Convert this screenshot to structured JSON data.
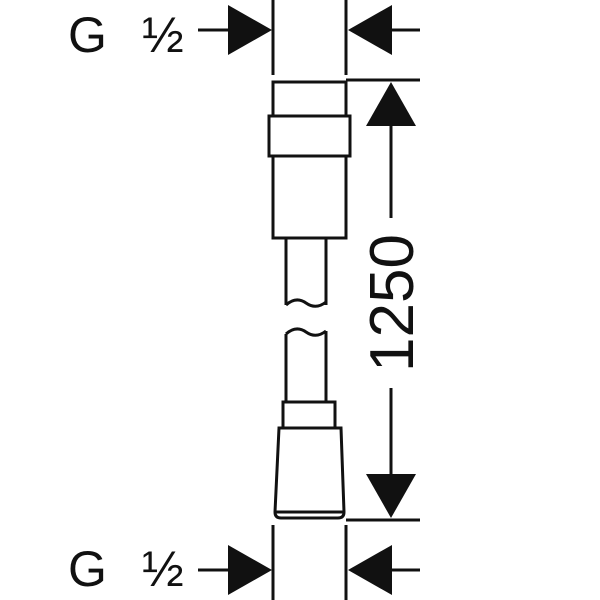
{
  "thread_labels": {
    "top": {
      "letter": "G",
      "size": "½"
    },
    "bottom": {
      "letter": "G",
      "size": "½"
    }
  },
  "dimension": {
    "length": "1250"
  },
  "colors": {
    "stroke": "#111111",
    "background": "#ffffff"
  }
}
